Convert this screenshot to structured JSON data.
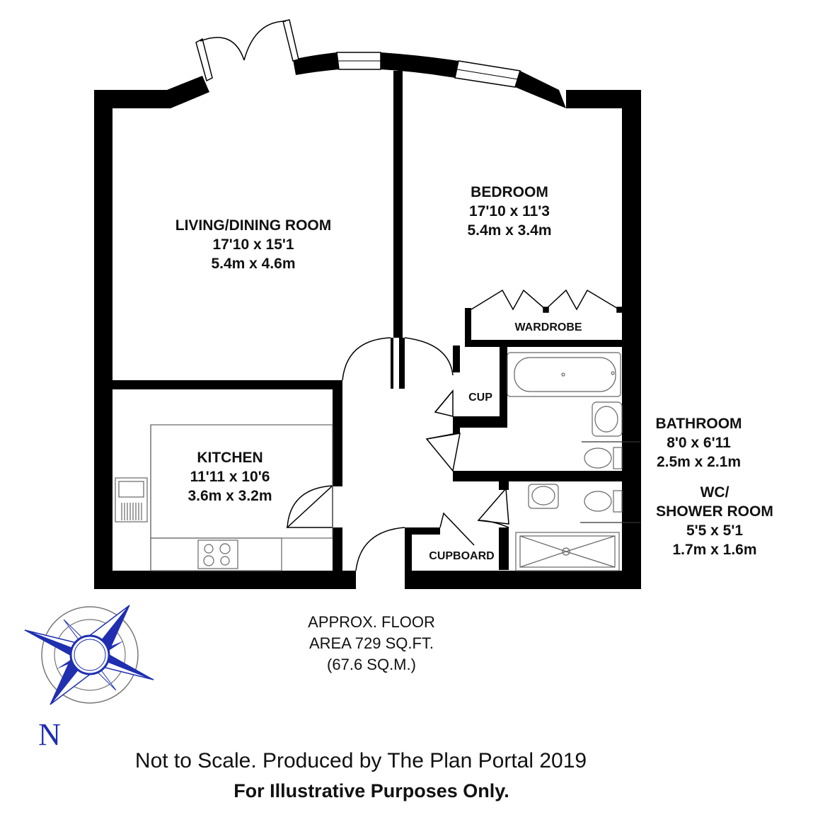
{
  "rooms": {
    "living": {
      "name": "LIVING/DINING ROOM",
      "imperial": "17'10 x 15'1",
      "metric": "5.4m x 4.6m"
    },
    "bedroom": {
      "name": "BEDROOM",
      "imperial": "17'10 x 11'3",
      "metric": "5.4m x 3.4m"
    },
    "kitchen": {
      "name": "KITCHEN",
      "imperial": "11'11 x 10'6",
      "metric": "3.6m x 3.2m"
    },
    "bathroom": {
      "name": "BATHROOM",
      "imperial": "8'0 x 6'11",
      "metric": "2.5m x 2.1m"
    },
    "wc": {
      "name_line1": "WC/",
      "name_line2": "SHOWER ROOM",
      "imperial": "5'5 x 5'1",
      "metric": "1.7m x 1.6m"
    }
  },
  "fixtures": {
    "wardrobe": "WARDROBE",
    "cup": "CUP",
    "cupboard": "CUPBOARD"
  },
  "floor_area": {
    "line1": "APPROX. FLOOR",
    "line2": "AREA 729 SQ.FT.",
    "line3": "(67.6 SQ.M.)"
  },
  "compass": {
    "north_label": "N",
    "color": "#1f2fb0"
  },
  "footer": {
    "disclaimer": "Not to Scale. Produced by The Plan Portal 2019",
    "notice": "For Illustrative Purposes Only."
  },
  "colors": {
    "wall": "#000000",
    "fixture_line": "#555555",
    "compass_blue": "#1f2fb0"
  }
}
